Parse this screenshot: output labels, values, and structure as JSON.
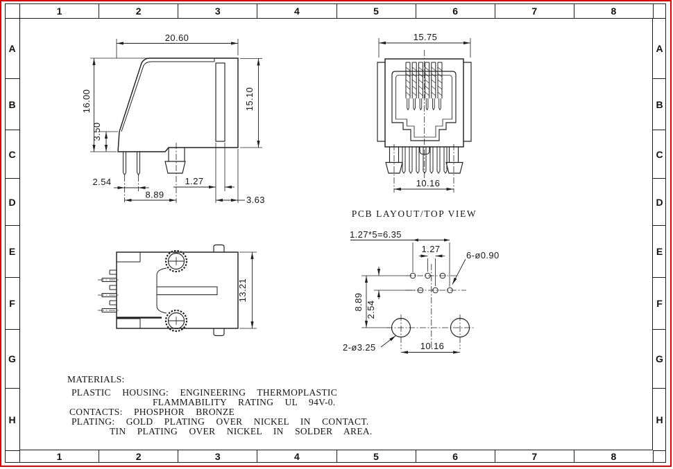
{
  "sheet": {
    "background": "#ffffff",
    "border_color": "#e60000",
    "line_color": "#202020"
  },
  "grid": {
    "columns": [
      "1",
      "2",
      "3",
      "4",
      "5",
      "6",
      "7",
      "8"
    ],
    "rows": [
      "A",
      "B",
      "C",
      "D",
      "E",
      "F",
      "G",
      "H"
    ]
  },
  "side_view": {
    "width": "20.60",
    "height": "16.00",
    "pin_length": "3.50",
    "face_height": "15.10",
    "pin_pitch": "2.54",
    "pin_to_peg": "8.89",
    "panel_gap": "1.27",
    "flange_offset": "3.63"
  },
  "front_view": {
    "width": "15.75",
    "leg_span": "10.16"
  },
  "top_view": {
    "depth": "13.21"
  },
  "pcb_layout": {
    "title": "PCB LAYOUT/TOP VIEW",
    "row_span": "1.27*5=6.35",
    "pin_pitch": "1.27",
    "contact_holes": "6-ø0.90",
    "row_distance": "8.89",
    "row_offset": "2.54",
    "mounting_holes": "2-ø3.25",
    "mounting_span": "10.16"
  },
  "notes": {
    "lines": [
      "MATERIALS:",
      "PLASTIC  HOUSING:  ENGINEERING  THERMOPLASTIC",
      "FLAMMABILITY  RATING  UL  94V-0.",
      "CONTACTS:  PHOSPHOR  BRONZE",
      "PLATING:  GOLD  PLATING  OVER  NICKEL  IN  CONTACT.",
      "TIN  PLATING  OVER  NICKEL  IN  SOLDER  AREA."
    ]
  }
}
